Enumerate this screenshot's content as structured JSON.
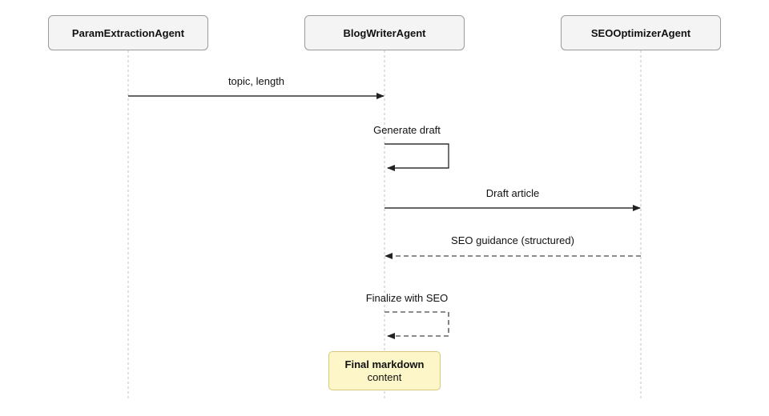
{
  "actors": [
    {
      "id": "param",
      "label": "ParamExtractionAgent"
    },
    {
      "id": "writer",
      "label": "BlogWriterAgent"
    },
    {
      "id": "seo",
      "label": "SEOOptimizerAgent"
    }
  ],
  "messages": [
    {
      "from": "param",
      "to": "writer",
      "label": "topic, length",
      "style": "solid"
    },
    {
      "from": "writer",
      "to": "writer",
      "label": "Generate draft",
      "style": "solid"
    },
    {
      "from": "writer",
      "to": "seo",
      "label": "Draft article",
      "style": "solid"
    },
    {
      "from": "seo",
      "to": "writer",
      "label": "SEO guidance (structured)",
      "style": "dashed"
    },
    {
      "from": "writer",
      "to": "writer",
      "label": "Finalize with SEO",
      "style": "dashed"
    }
  ],
  "note": {
    "title": "Final markdown",
    "text": "content"
  },
  "colors": {
    "lifeline": "#cccccc",
    "arrow": "#333333",
    "dashed_arrow": "#666666",
    "actor_fill": "#f4f4f4",
    "actor_border": "#9a9a9a",
    "note_fill": "#fdf6c8",
    "note_border": "#d9c77a"
  }
}
